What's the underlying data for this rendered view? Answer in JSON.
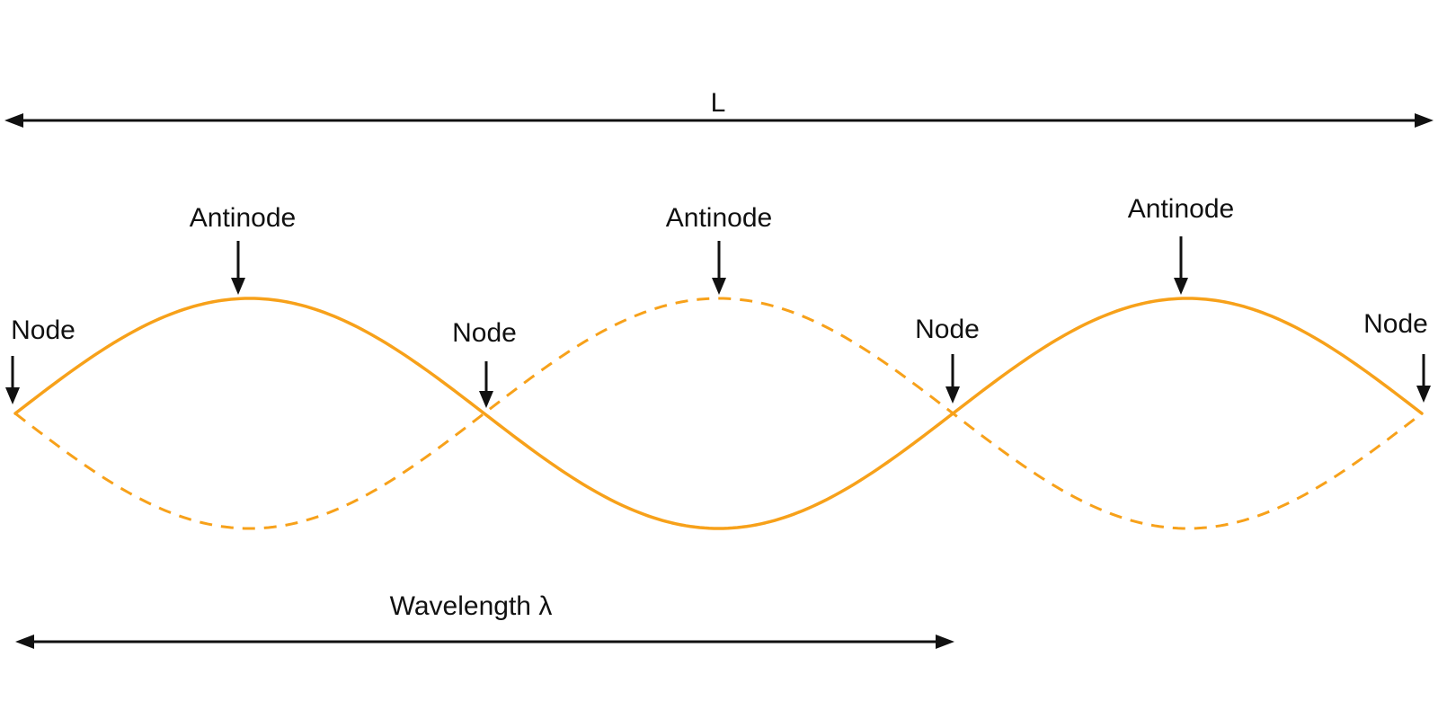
{
  "colors": {
    "wave": "#f7a11a",
    "ink": "#111111"
  },
  "length_label": "L",
  "wavelength_label": "Wavelength λ",
  "antinode_labels": [
    "Antinode",
    "Antinode",
    "Antinode"
  ],
  "node_labels": [
    "Node",
    "Node",
    "Node",
    "Node"
  ]
}
